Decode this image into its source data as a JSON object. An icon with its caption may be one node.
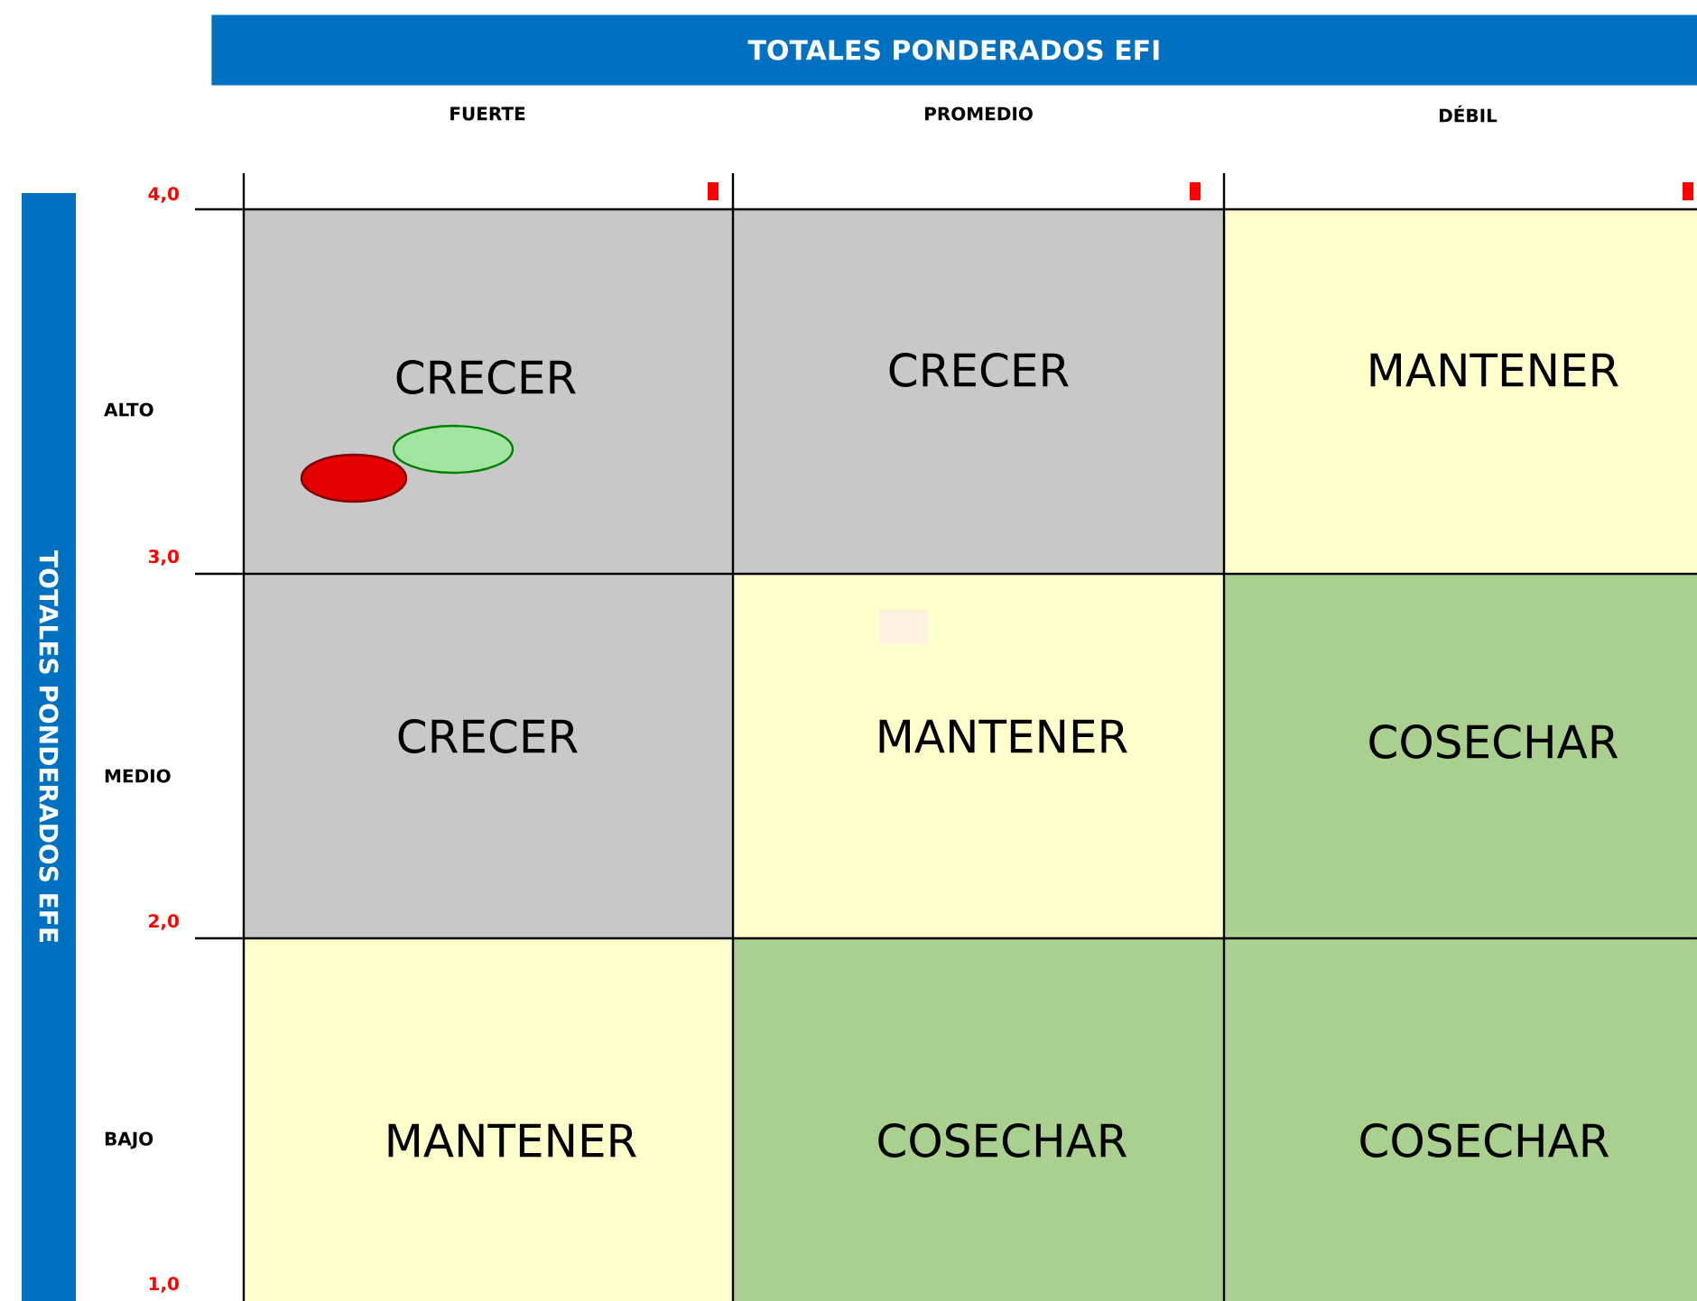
{
  "diagram": {
    "title": "TOTALES PONDERADOS EFI",
    "nodes": [
      {
        "text": [
          "CRECER"
        ]
      },
      {
        "text": [
          "CRECER"
        ]
      },
      {
        "text": [
          "MANTENER"
        ]
      },
      {
        "text": [
          "CRECER"
        ]
      },
      {
        "text": [
          "MANTENER"
        ]
      },
      {
        "text": [
          "COSECHAR"
        ]
      },
      {
        "text": [
          "MANTENER"
        ]
      },
      {
        "text": [
          "COSECHAR"
        ]
      },
      {
        "text": [
          "COSECHAR"
        ]
      },
      {
        "text": [],
        "shape": "ellipse",
        "in": 0
      },
      {
        "text": [],
        "shape": "ellipse",
        "in": 0
      }
    ],
    "labels": [
      "TOTALES PONDERADOS EFE",
      "FUERTE",
      "PROMEDIO",
      "DÉBIL",
      "4,0",
      "ALTO",
      "3,0",
      "MEDIO",
      "2,0",
      "BAJO",
      "1,0"
    ]
  }
}
